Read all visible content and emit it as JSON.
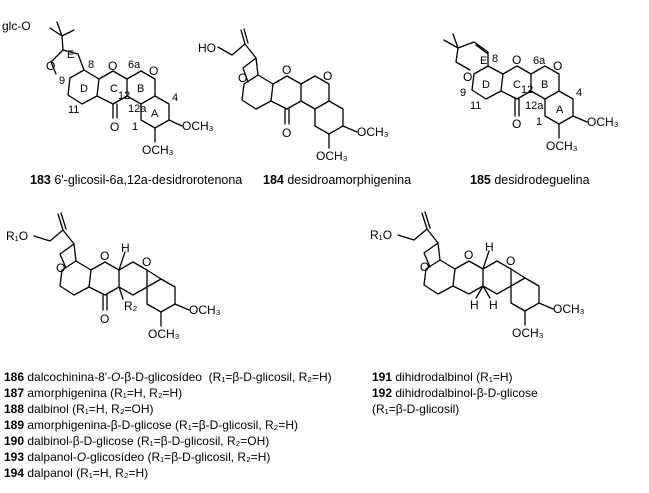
{
  "structure_labels": {
    "glc_o": "glc-O",
    "ho": "HO",
    "r1o": "R₁O",
    "och3": "OCH₃",
    "o": "O",
    "h": "H",
    "r2": "R₂",
    "ring_letters": [
      "A",
      "B",
      "C",
      "D",
      "E"
    ],
    "atom_numbers": [
      "1",
      "4",
      "6a",
      "8",
      "9",
      "11",
      "12",
      "12a"
    ]
  },
  "compounds_top": [
    {
      "number": "183",
      "name": "6'-glicosil-6a,12a-desidrorotenona"
    },
    {
      "number": "184",
      "name": "desidroamorphigenina"
    },
    {
      "number": "185",
      "name": "desidrodeguelina"
    }
  ],
  "compounds_left": [
    {
      "number": "186",
      "name": "dalcochinina-8'-",
      "italic": "O",
      "name2": "-β-D-glicosídeo",
      "subst": "(R₁=β-D-glicosil, R₂=H)"
    },
    {
      "number": "187",
      "name": "amorphigenina",
      "italic": "",
      "name2": "",
      "subst": "(R₁=H, R₂=H)"
    },
    {
      "number": "188",
      "name": "dalbinol",
      "italic": "",
      "name2": "",
      "subst": "(R₁=H, R₂=OH)"
    },
    {
      "number": "189",
      "name": "amorphigenina-β-D-glicose",
      "italic": "",
      "name2": "",
      "subst": "(R₁=β-D-glicosil, R₂=H)"
    },
    {
      "number": "190",
      "name": "dalbinol-β-D-glicose",
      "italic": "",
      "name2": "",
      "subst": "(R₁=β-D-glicosil, R₂=OH)"
    },
    {
      "number": "193",
      "name": "dalpanol-",
      "italic": "O",
      "name2": "-glicosídeo",
      "subst": "(R₁=β-D-glicosil, R₂=H)"
    },
    {
      "number": "194",
      "name": "dalpanol",
      "italic": "",
      "name2": "",
      "subst": "(R₁=H, R₂=H)"
    }
  ],
  "compounds_right": [
    {
      "number": "191",
      "name": "dihidrodalbinol",
      "subst": "(R₁=H)"
    },
    {
      "number": "192",
      "name": "dihidrodalbinol-β-D-glicose",
      "subst": ""
    },
    {
      "number": "",
      "name": "",
      "subst": "(R₁=β-D-glicosil)"
    }
  ]
}
